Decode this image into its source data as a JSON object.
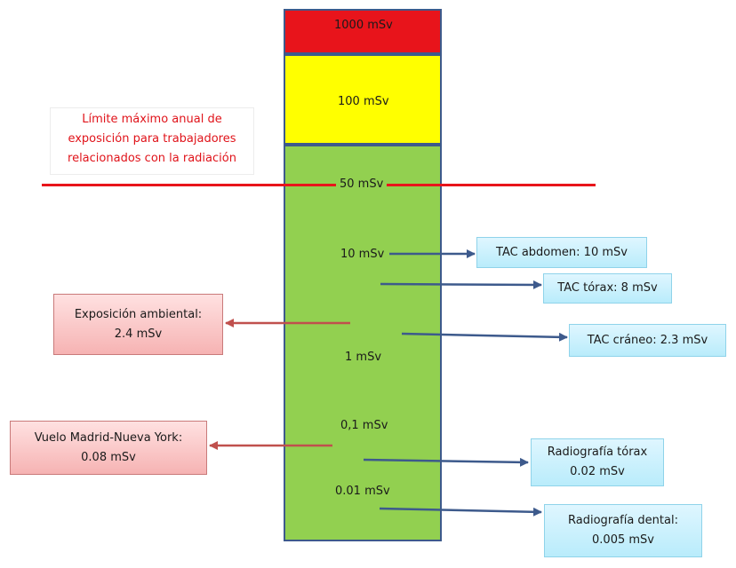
{
  "scale": {
    "blocks": [
      {
        "label": "1000 mSv",
        "color": "#e8141b"
      },
      {
        "label": "100 mSv",
        "color": "#ffff00"
      },
      {
        "label": "50 mSv",
        "color": "#92d050"
      }
    ],
    "labels": {
      "l50": "50 mSv",
      "l10": "10 mSv",
      "l1": "1 mSv",
      "l01": "0,1 mSv",
      "l001": "0.01 mSv"
    }
  },
  "limit_note": {
    "line1": "Límite máximo anual de",
    "line2": "exposición para trabajadores",
    "line3": "relacionados con la radiación",
    "color": "#e0131a"
  },
  "right_boxes": [
    {
      "line1": "TAC abdomen: 10 mSv",
      "line2": ""
    },
    {
      "line1": "TAC tórax: 8 mSv",
      "line2": ""
    },
    {
      "line1": "TAC cráneo: 2.3 mSv",
      "line2": ""
    },
    {
      "line1": "Radiografía tórax",
      "line2": "0.02 mSv"
    },
    {
      "line1": "Radiografía dental:",
      "line2": "0.005 mSv"
    }
  ],
  "left_boxes": [
    {
      "line1": "Exposición ambiental:",
      "line2": "2.4 mSv"
    },
    {
      "line1": "Vuelo Madrid-Nueva York:",
      "line2": "0.08 mSv"
    }
  ],
  "colors": {
    "arrow_blue": "#3d5a8c",
    "arrow_red": "#c0504d",
    "box_blue": "#c6effd",
    "box_pink": "#f8c8c8"
  }
}
